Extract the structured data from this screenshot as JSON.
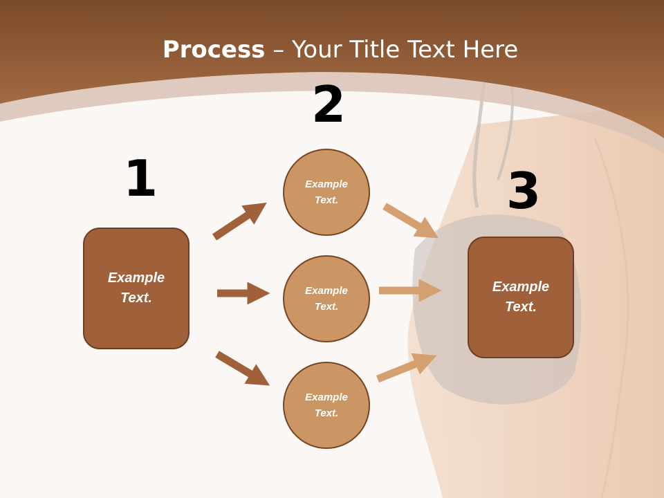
{
  "title": {
    "bold": "Process",
    "rest": " – Your Title Text Here"
  },
  "steps": [
    "1",
    "2",
    "3"
  ],
  "left_box": {
    "text": "Example Text."
  },
  "right_box": {
    "text": "Example Text."
  },
  "circles": [
    {
      "text": "Example Text."
    },
    {
      "text": "Example Text."
    },
    {
      "text": "Example Text."
    }
  ],
  "colors": {
    "header": "#a0603a",
    "box": "#a0603a",
    "circle": "#cc9664",
    "arrow_dark": "#a0603a",
    "arrow_light": "#d4a06f"
  }
}
